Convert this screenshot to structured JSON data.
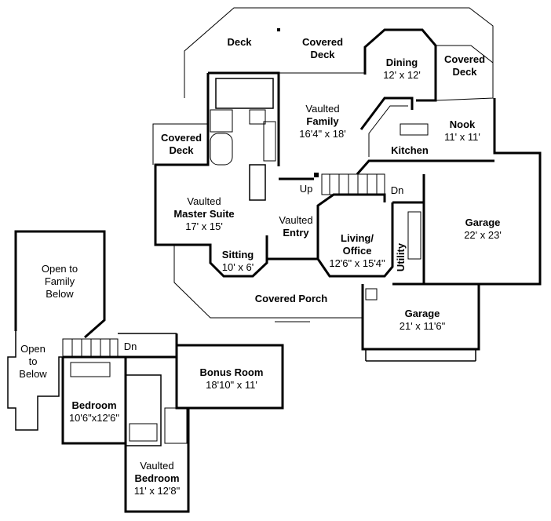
{
  "labels": {
    "deck": "Deck",
    "covered_deck_top_1": "Covered",
    "covered_deck_top_2": "Deck",
    "dining_1": "Dining",
    "dining_2": "12' x 12'",
    "covered_deck_right_1": "Covered",
    "covered_deck_right_2": "Deck",
    "family_1": "Vaulted",
    "family_2": "Family",
    "family_3": "16'4\" x 18'",
    "covered_deck_left_1": "Covered",
    "covered_deck_left_2": "Deck",
    "nook_1": "Nook",
    "nook_2": "11' x 11'",
    "kitchen": "Kitchen",
    "up": "Up",
    "dn_main": "Dn",
    "master_1": "Vaulted",
    "master_2": "Master Suite",
    "master_3": "17' x 15'",
    "entry_1": "Vaulted",
    "entry_2": "Entry",
    "garage_big_1": "Garage",
    "garage_big_2": "22' x 23'",
    "living_1": "Living/",
    "living_2": "Office",
    "living_3": "12'6\" x 15'4\"",
    "utility": "Utility",
    "sitting_1": "Sitting",
    "sitting_2": "10' x 6'",
    "covered_porch": "Covered Porch",
    "garage_small_1": "Garage",
    "garage_small_2": "21' x 11'6\"",
    "open_family_1": "Open to",
    "open_family_2": "Family",
    "open_family_3": "Below",
    "open_below_1": "Open",
    "open_below_2": "to",
    "open_below_3": "Below",
    "dn_upper": "Dn",
    "bonus_1": "Bonus Room",
    "bonus_2": "18'10\" x 11'",
    "bedroom_1": "Bedroom",
    "bedroom_2": "10'6\"x12'6\"",
    "vaulted_bedroom_1": "Vaulted",
    "vaulted_bedroom_2": "Bedroom",
    "vaulted_bedroom_3": "11' x 12'8\""
  }
}
